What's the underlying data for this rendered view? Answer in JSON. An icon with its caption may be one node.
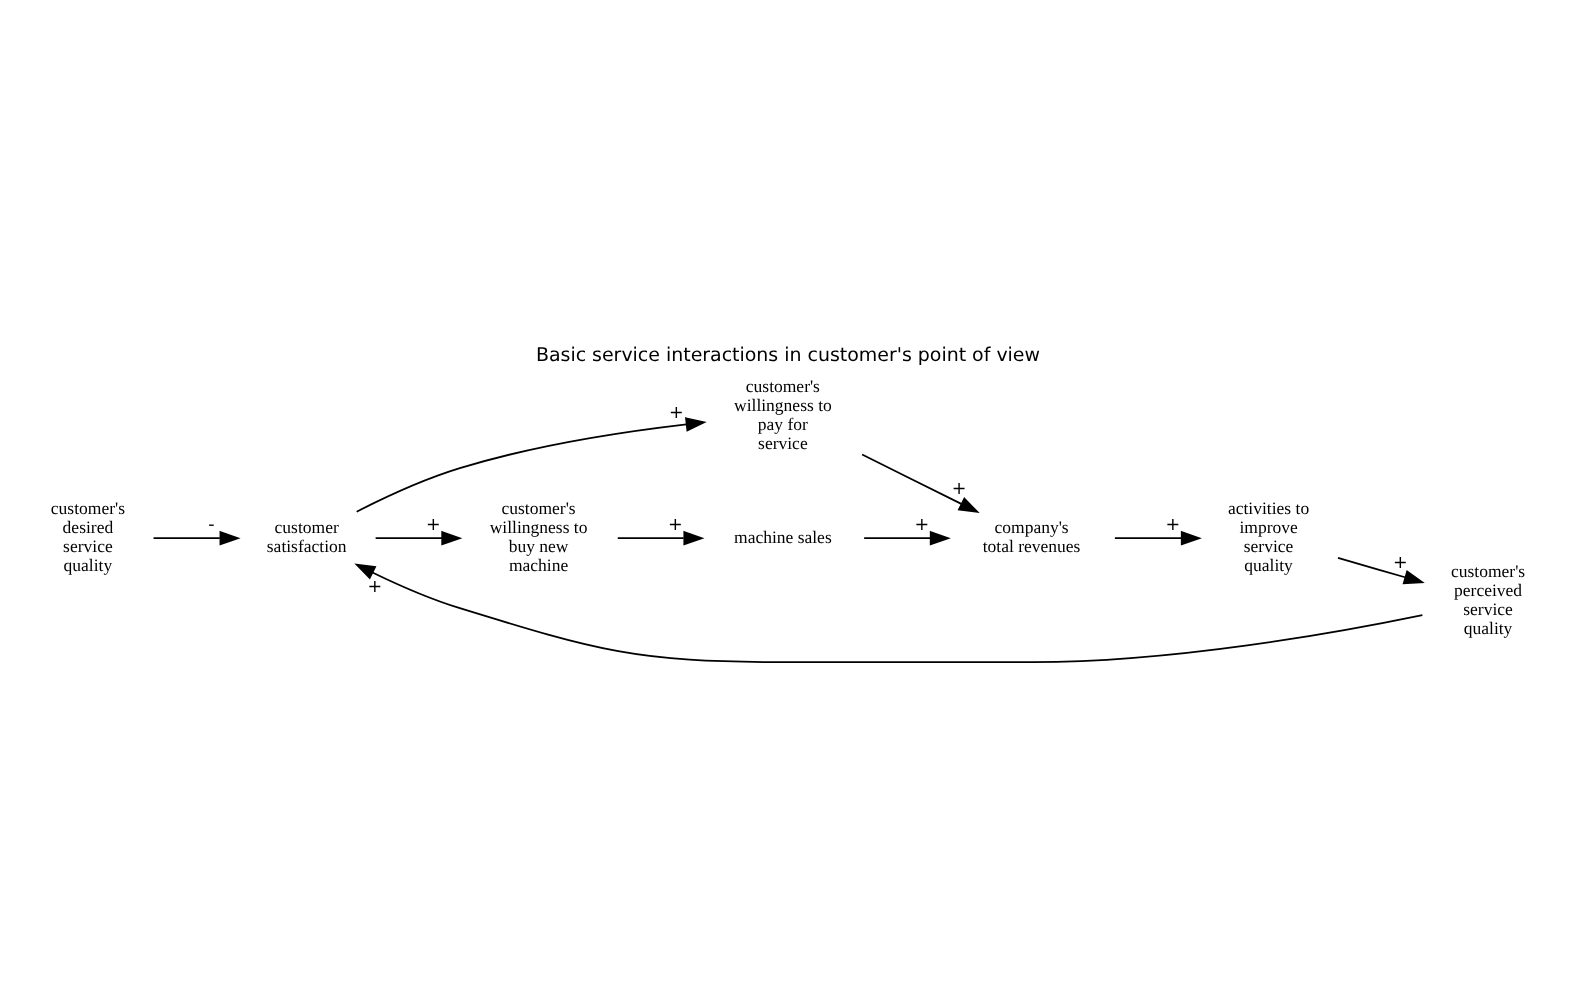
{
  "diagram": {
    "title": "Basic service interactions in customer's point of view",
    "nodes": [
      {
        "text": [
          "customer's desired service quality"
        ]
      },
      {
        "text": [
          "customer satisfaction"
        ]
      },
      {
        "text": [
          "customer's perceived service quality"
        ]
      },
      {
        "text": [
          "activities to improve service quality"
        ]
      },
      {
        "text": [
          "company's total revenues"
        ]
      },
      {
        "text": [
          "customer's willingness to pay for service"
        ]
      },
      {
        "text": [
          "customer's willingness to buy new machine"
        ]
      },
      {
        "text": [
          "machine sales"
        ]
      }
    ],
    "edges": [
      {
        "from": 0,
        "to": 1,
        "arrow": "to",
        "label": "-"
      },
      {
        "from": 2,
        "to": 1,
        "arrow": "to",
        "label": "+"
      },
      {
        "from": 3,
        "to": 2,
        "arrow": "to",
        "label": "+"
      },
      {
        "from": 4,
        "to": 3,
        "arrow": "to",
        "label": "+"
      },
      {
        "from": 1,
        "to": 5,
        "arrow": "to",
        "label": "+"
      },
      {
        "from": 1,
        "to": 6,
        "arrow": "to",
        "label": "+"
      },
      {
        "from": 5,
        "to": 4,
        "arrow": "to",
        "label": "+"
      },
      {
        "from": 6,
        "to": 7,
        "arrow": "to",
        "label": "+"
      },
      {
        "from": 7,
        "to": 4,
        "arrow": "to",
        "label": "+"
      }
    ]
  }
}
